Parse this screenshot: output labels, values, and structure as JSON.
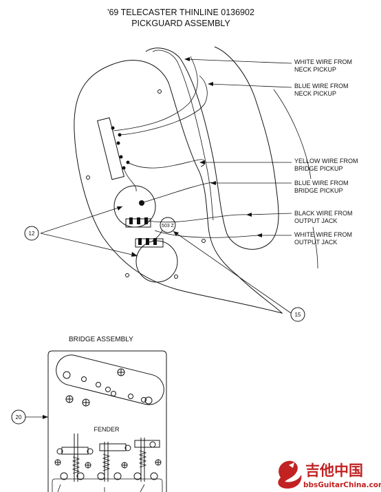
{
  "title": {
    "line1": "'69 TELECASTER THINLINE 0136902",
    "line2": "PICKGUARD ASSEMBLY"
  },
  "callouts": [
    {
      "id": "neck-white",
      "line1": "WHITE WIRE FROM",
      "line2": "NECK PICKUP"
    },
    {
      "id": "neck-blue",
      "line1": "BLUE WIRE FROM",
      "line2": "NECK PICKUP"
    },
    {
      "id": "bridge-yellow",
      "line1": "YELLOW WIRE FROM",
      "line2": "BRIDGE PICKUP"
    },
    {
      "id": "bridge-blue",
      "line1": "BLUE WIRE FROM",
      "line2": "BRIDGE PICKUP"
    },
    {
      "id": "jack-black",
      "line1": "BLACK WIRE FROM",
      "line2": "OUTPUT JACK"
    },
    {
      "id": "jack-white",
      "line1": "WHITE WIRE FROM",
      "line2": "OUTPUT JACK"
    }
  ],
  "part_numbers": {
    "pots": "12",
    "capacitor": "15",
    "bridge": "20"
  },
  "capacitor_label": "503 Z",
  "bridge": {
    "heading": "BRIDGE ASSEMBLY",
    "brand": "FENDER"
  },
  "watermark": {
    "cn": "吉他中国",
    "url": "bbsGuitarChina.com",
    "icon": "dragon-logo-icon",
    "color": "#c22222"
  }
}
